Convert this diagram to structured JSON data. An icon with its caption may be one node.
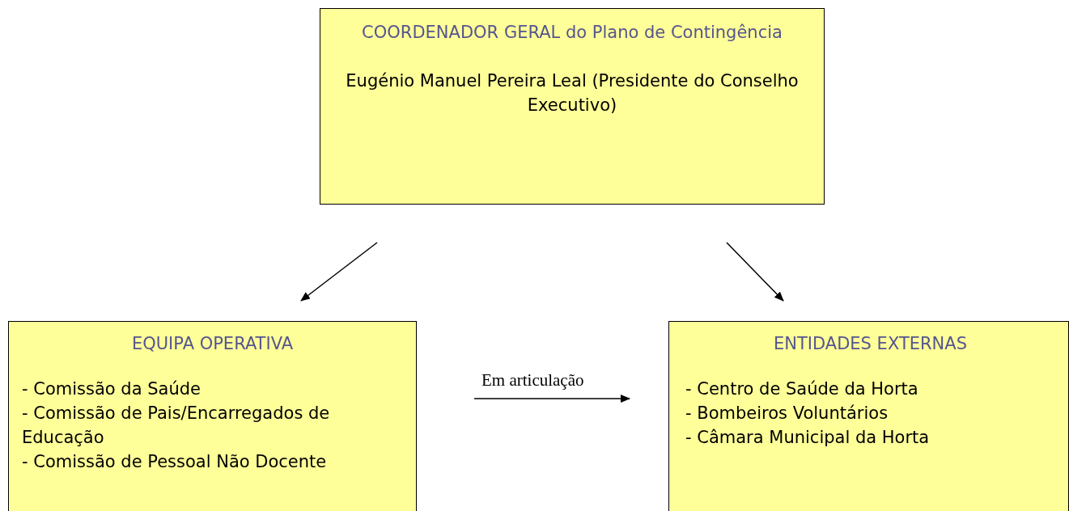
{
  "diagram": {
    "nodes": [
      {
        "text": [
          "COORDENADOR GERAL do Plano de Contingência",
          "Eugénio Manuel Pereira Leal (Presidente do Conselho Executivo)"
        ]
      },
      {
        "text": [
          "EQUIPA OPERATIVA",
          "- Comissão da Saúde",
          "- Comissão de Pais/Encarregados de Educação",
          "- Comissão de Pessoal Não Docente"
        ]
      },
      {
        "text": [
          "ENTIDADES EXTERNAS",
          "- Centro de Saúde da Horta",
          "- Bombeiros Voluntários",
          "- Câmara Municipal da Horta"
        ]
      }
    ],
    "edges": [
      {
        "from": 0,
        "to": 1,
        "arrow": "to"
      },
      {
        "from": 0,
        "to": 2,
        "arrow": "to"
      },
      {
        "from": 1,
        "to": 2,
        "arrow": "to",
        "label": "Em articulação"
      }
    ]
  }
}
